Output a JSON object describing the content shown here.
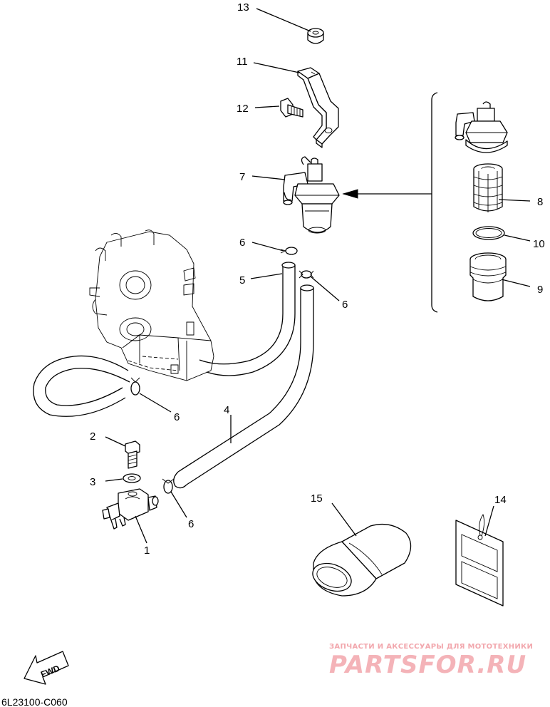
{
  "callouts": {
    "c1": "1",
    "c2": "2",
    "c3": "3",
    "c4": "4",
    "c5": "5",
    "c6a": "6",
    "c6b": "6",
    "c6c": "6",
    "c6d": "6",
    "c7": "7",
    "c8": "8",
    "c9": "9",
    "c10": "10",
    "c11": "11",
    "c12": "12",
    "c13": "13",
    "c14": "14",
    "c15": "15"
  },
  "direction_label": "FWD",
  "diagram_code": "6L23100-C060",
  "watermark": {
    "tagline": "ЗАПЧАСТИ И АКСЕССУАРЫ ДЛЯ МОТОТЕХНИКИ",
    "brand": "PARTSFOR.RU"
  },
  "colors": {
    "ink": "#000000",
    "watermark": "#f2a7ad"
  }
}
